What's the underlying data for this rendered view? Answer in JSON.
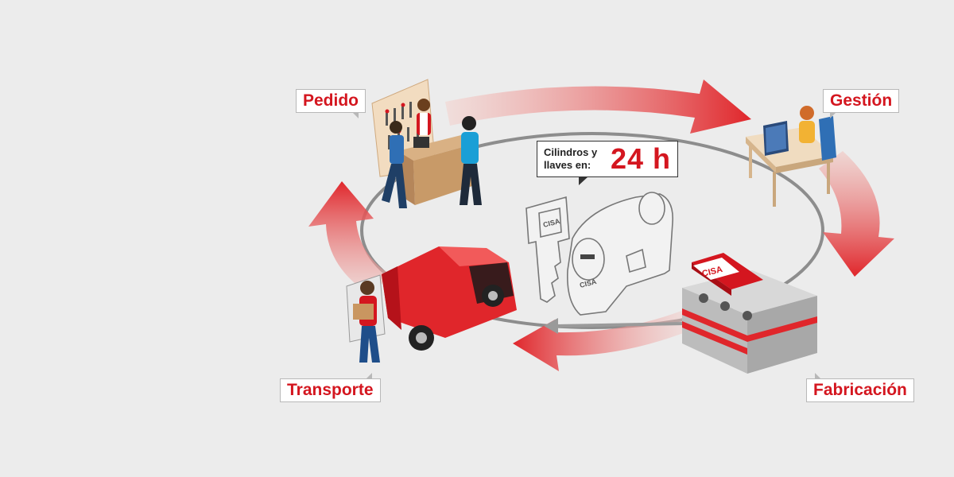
{
  "steps": {
    "pedido": "Pedido",
    "gestion": "Gestión",
    "fabricacion": "Fabricación",
    "transporte": "Transporte"
  },
  "callout": {
    "text": "Cilindros y llaves en:",
    "value": "24 h"
  },
  "brand": {
    "logo_text": "CISA",
    "accent_color": "#d4161f",
    "arrow_color": "#e0262b"
  }
}
